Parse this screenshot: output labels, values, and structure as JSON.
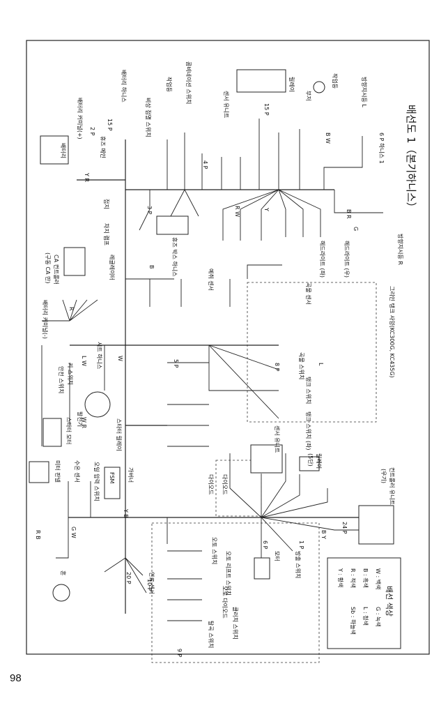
{
  "page": {
    "number": "98"
  },
  "title": "배선도 1（본기하니스）",
  "harness_labels": {
    "main_6p": "6 P 하니스 1",
    "battery_harness": "배터리 하니스",
    "seat_harness": "시트 하니스",
    "fuse_box_harness": "휴즈 박스 하니스",
    "dashed_group": "그리인 탱크 사양(KC300G, KC435G)"
  },
  "components": {
    "battery": "배터리",
    "battery_plus": "배터리 커미널(+)",
    "battery_minus": "배터리 커미널(-)",
    "ground": "접지",
    "fuse_main": "휴즈  메인",
    "charger": "차지 램프",
    "ca_controller": "CA 컨트롤러",
    "ca_controller_sub": "(구동 CA 만)",
    "alternator": "발전기",
    "regulator": "레귤레이터",
    "starter_motor": "스타터 모터",
    "key_switch": "키 스위치",
    "safety_switch": "안전 스위치",
    "starter_relay": "스타터 릴레이",
    "fsm": "FSM",
    "governor": "가버너",
    "horn": "혼",
    "oil_pressure": "오일 압력 스위치",
    "water_temp": "수온 센서",
    "fuel_sensor": "연료 센서",
    "meter_panel": "미터 판넬",
    "combination_switch": "콤비네이션 스위치",
    "work_light": "작업등",
    "headlight_l": "헤드라이트 (좌)",
    "headlight_r": "헤드라이트 (우)",
    "blinker_l": "방향지시등 L",
    "blinker_r": "방향지시등 R",
    "hazard": "비상 점멸 스위치",
    "control_unit": "컨트롤러 유니트",
    "control_unit_sub": "(우기)",
    "sensor_unit": "센서 유니트",
    "diode_1": "다이오드",
    "diode_2": "다이오드",
    "grain_sensor": "곡물 센서",
    "grain_switch": "곡물 스위치",
    "tank_switch_a": "탱크 스위치",
    "tank_switch_b": "탱크 스위치 (좌)",
    "buzzer": "부저",
    "auto_switch": "오토 스위치",
    "auto_lift": "오토 리프트 스위치",
    "auto_diode": "오토 다이오드",
    "cutter_sensor": "예취 센서",
    "thresher_switch": "탈곡 스위치",
    "clutch_switch": "클러치 스위치",
    "release_switch": "방출 스위치",
    "relay": "릴레이",
    "relay_sub": "(5단)",
    "motor": "모터"
  },
  "connectors": {
    "c15p_a": "15 P",
    "c15p_b": "15 P",
    "c2p": "2 P",
    "c3p": "3 P",
    "c4p": "4 P",
    "c5p": "5 P",
    "c6p": "6 P",
    "c8p": "8 P",
    "c9p": "9 P",
    "c10p": "10 P",
    "c20p": "20 P",
    "c24p": "24 P",
    "c1p": "1 P"
  },
  "wire_codes": {
    "yr": "Y R",
    "rw": "R W",
    "bw": "B W",
    "gw": "G W",
    "wr": "W R",
    "lw": "L W",
    "rb": "R B",
    "yb": "Y B",
    "by": "B Y",
    "br": "B R",
    "w": "W",
    "b": "B",
    "r": "R",
    "y": "Y",
    "g": "G",
    "l": "L"
  },
  "legend": {
    "title": "배선 색상",
    "items": [
      "W : 백색",
      "B : 흑색",
      "R : 적색",
      "Y : 황색",
      "G : 녹색",
      "L : 청색",
      "Sb : 하늘색"
    ]
  }
}
